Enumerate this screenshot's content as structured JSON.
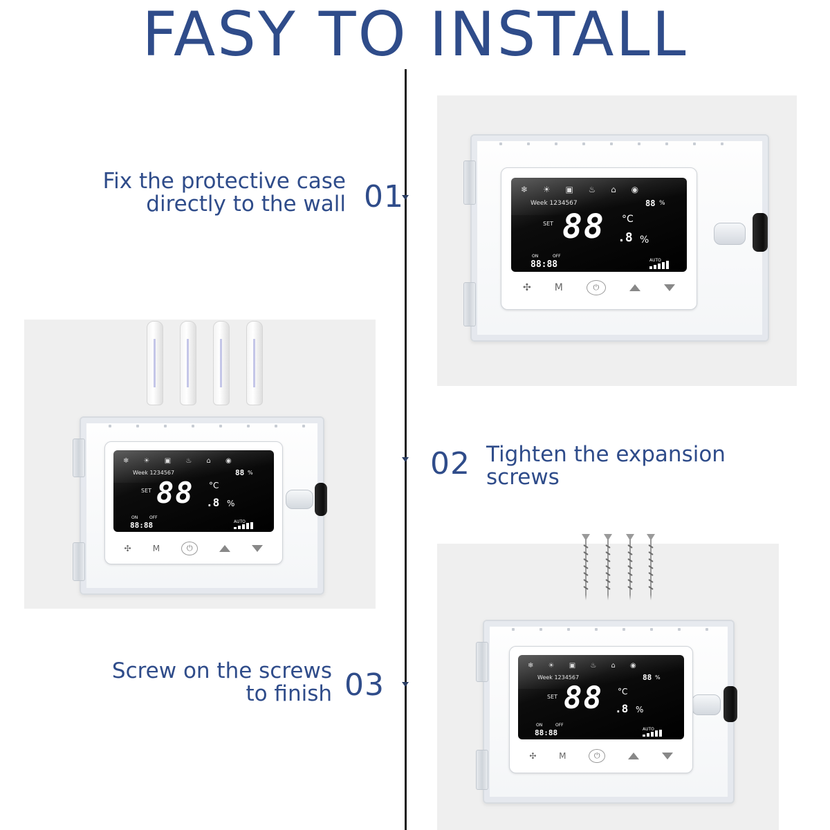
{
  "title": "FASY TO INSTALL",
  "colors": {
    "accent": "#2f4c8a",
    "timeline": "#1a1a1a",
    "panel": "#efefef"
  },
  "steps": [
    {
      "number": "01",
      "text": "Fix the protective case\ndirectly to the wall"
    },
    {
      "number": "02",
      "text": "Tighten the expansion\nscrews"
    },
    {
      "number": "03",
      "text": "Screw on the screws\nto finish"
    }
  ],
  "thermostat_display": {
    "week": "Week 1234567",
    "set": "SET",
    "big_digits": "88",
    "decimal": ".8",
    "percent": "%",
    "unit_c": "°C",
    "humidity": "88",
    "humidity_unit": "%",
    "on": "ON",
    "off": "OFF",
    "clock": "88:88",
    "auto": "AUTO",
    "mode_button": "M"
  }
}
